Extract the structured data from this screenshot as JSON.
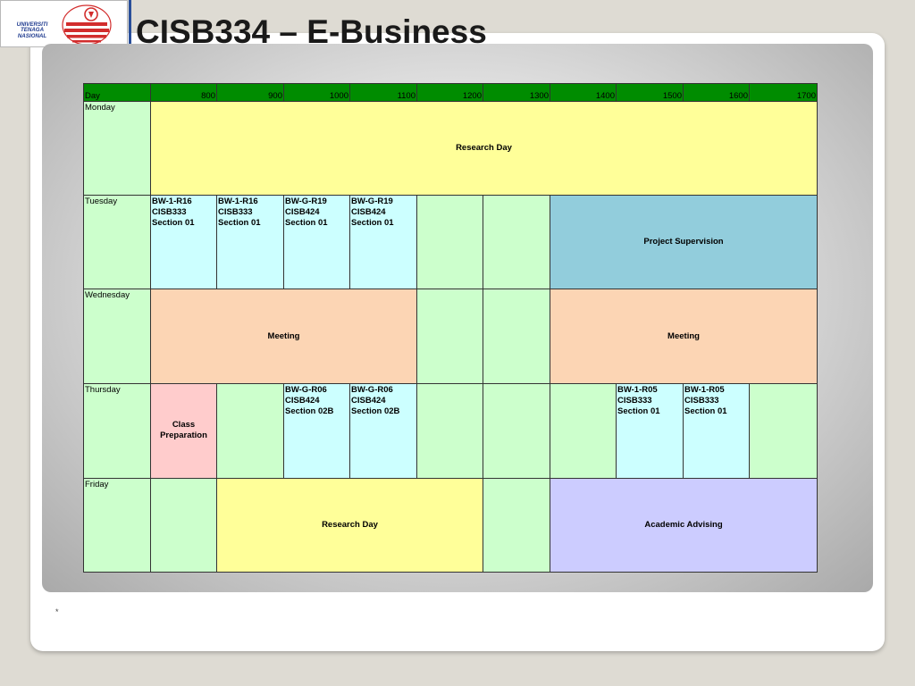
{
  "logo": {
    "text": "UNIVERSITI\nTENAGA\nNASIONAL"
  },
  "title": "CISB334 – E-Business",
  "footer": "*",
  "timetable": {
    "day_header": "Day",
    "times": [
      "800",
      "900",
      "1000",
      "1100",
      "1200",
      "1300",
      "1400",
      "1500",
      "1600",
      "1700"
    ],
    "days": {
      "monday": {
        "label": "Monday",
        "research_day": "Research Day"
      },
      "tuesday": {
        "label": "Tuesday",
        "slot_800": "BW-1-R16\nCISB333\nSection 01",
        "slot_900": "BW-1-R16\nCISB333\nSection 01",
        "slot_1000": "BW-G-R19\nCISB424\nSection 01",
        "slot_1100": "BW-G-R19\nCISB424\nSection 01",
        "project_supervision": "Project Supervision"
      },
      "wednesday": {
        "label": "Wednesday",
        "meeting_morning": "Meeting",
        "meeting_afternoon": "Meeting"
      },
      "thursday": {
        "label": "Thursday",
        "class_preparation": "Class\nPreparation",
        "slot_1000": "BW-G-R06\nCISB424\nSection 02B",
        "slot_1100": "BW-G-R06\nCISB424\nSection 02B",
        "slot_1500": "BW-1-R05\nCISB333\nSection 01",
        "slot_1600": "BW-1-R05\nCISB333\nSection 01"
      },
      "friday": {
        "label": "Friday",
        "research_day": "Research Day",
        "academic_advising": "Academic Advising"
      }
    }
  }
}
